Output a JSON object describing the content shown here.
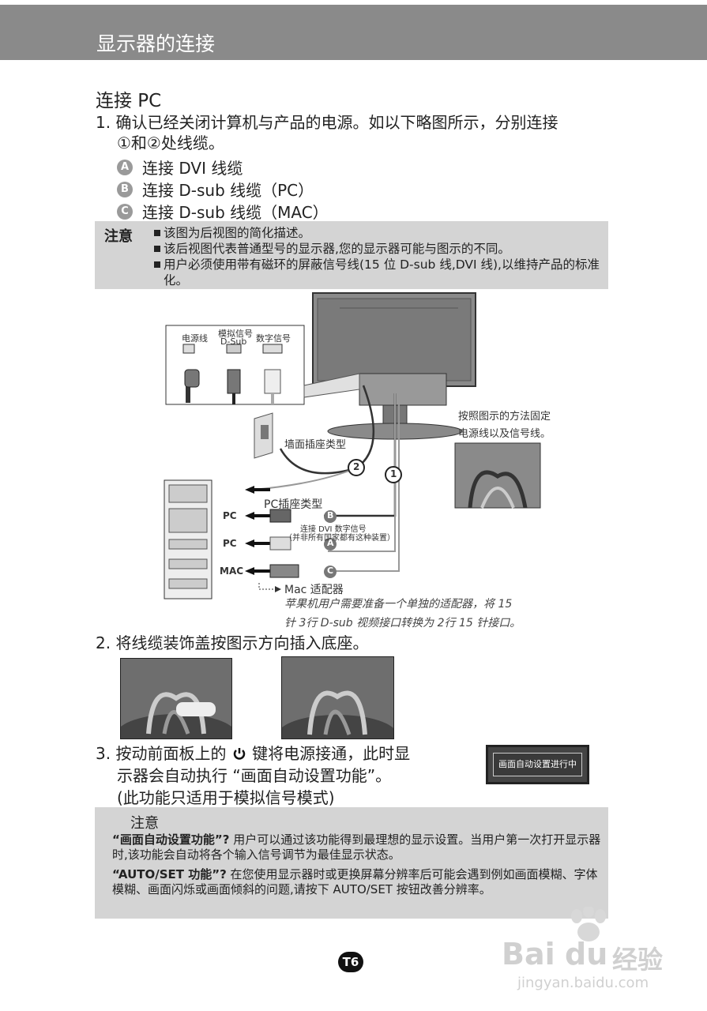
{
  "header": {
    "title": "显示器的连接"
  },
  "section": {
    "title": "连接 PC"
  },
  "step1": {
    "line1": "1. 确认已经关闭计算机与产品的电源。如以下略图所示，分别连接",
    "line2": "①和②处线缆。",
    "options": [
      {
        "badge": "A",
        "text": "连接 DVI 线缆"
      },
      {
        "badge": "B",
        "text": "连接 D-sub 线缆（PC）"
      },
      {
        "badge": "C",
        "text": "连接 D-sub 线缆（MAC）"
      }
    ]
  },
  "note1": {
    "label": "注意",
    "items": [
      "该图为后视图的简化描述。",
      "该后视图代表普通型号的显示器,您的显示器可能与图示的不同。",
      "用户必须使用带有磁环的屏蔽信号线(15 位 D-sub 线,DVI 线),以维持产品的标准化。"
    ]
  },
  "diagram": {
    "power_cord": "电源线",
    "analog_signal": "模拟信号",
    "dsub": "D-Sub",
    "digital_signal": "数字信号",
    "fix_note_line1": "按照图示的方法固定",
    "fix_note_line2": "电源线以及信号线。",
    "wall_outlet": "墙面插座类型",
    "pc_outlet": "PC插座类型",
    "callout_1": "1",
    "callout_2": "2",
    "pc_label": "PC",
    "mac_label": "MAC",
    "dvi_note_line1": "连接 DVI 数字信号",
    "dvi_note_line2": "（并非所有国家都有这种装置）",
    "badge_a": "A",
    "badge_b": "B",
    "badge_c": "C",
    "mac_adapter": "Mac 适配器",
    "mac_note_line1": "苹果机用户需要准备一个单独的适配器，将 15",
    "mac_note_line2": "针 3行 D-sub 视频接口转换为 2行 15 针接口。"
  },
  "step2": {
    "text": "2. 将线缆装饰盖按图示方向插入底座。"
  },
  "step3": {
    "line1a": "3.  按动前面板上的",
    "line1b": "键将电源接通，此时显",
    "line2": "示器会自动执行 “画面自动设置功能”。",
    "line3": "(此功能只适用于模拟信号模式)",
    "osd_text": "画面自动设置进行中",
    "power_icon": "power-icon"
  },
  "note2": {
    "title": "注意",
    "p1_bold": "“画面自动设置功能”?",
    "p1": " 用户可以通过该功能得到最理想的显示设置。当用户第一次打开显示器时,该功能会自动将各个输入信号调节为最佳显示状态。",
    "p2_bold": "“AUTO/SET 功能”?",
    "p2": " 在您使用显示器时或更换屏幕分辨率后可能会遇到例如画面模糊、字体模糊、画面闪烁或画面倾斜的问题,请按下 AUTO/SET 按钮改善分辨率。"
  },
  "page": {
    "number": "T6"
  },
  "watermark": {
    "brand": "Bai",
    "brand2": "du",
    "cn": "经验",
    "url": "jingyan.baidu.com"
  }
}
